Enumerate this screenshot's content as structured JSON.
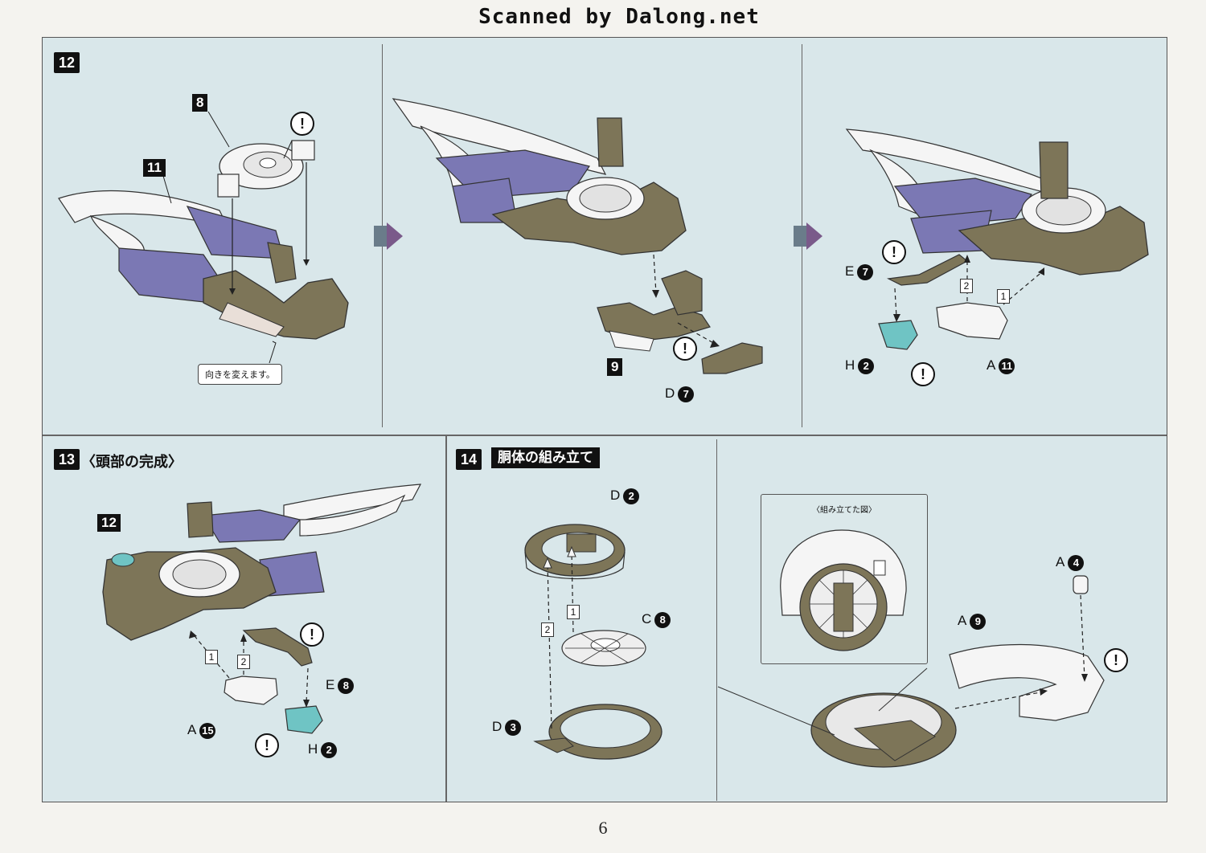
{
  "watermark": "Scanned by Dalong.net",
  "page_number": "6",
  "colors": {
    "panel_bg": "#d9e7ea",
    "part_olive": "#7d7558",
    "part_purple": "#7b78b4",
    "part_white": "#f5f5f5",
    "part_teal": "#6fc4c4"
  },
  "step12": {
    "number": "12",
    "callouts": {
      "part_8": "8",
      "part_11": "11",
      "part_9": "9"
    },
    "note": "向きを変えます。",
    "labels": {
      "d7": {
        "letter": "D",
        "num": "7"
      },
      "e7": {
        "letter": "E",
        "num": "7"
      },
      "h2": {
        "letter": "H",
        "num": "2"
      },
      "a11": {
        "letter": "A",
        "num": "11"
      }
    },
    "seq": [
      "1",
      "2"
    ]
  },
  "step13": {
    "number": "13",
    "title": "〈頭部の完成〉",
    "callout": "12",
    "labels": {
      "e8": {
        "letter": "E",
        "num": "8"
      },
      "a15": {
        "letter": "A",
        "num": "15"
      },
      "h2": {
        "letter": "H",
        "num": "2"
      }
    },
    "seq": [
      "1",
      "2"
    ]
  },
  "step14": {
    "number": "14",
    "title": "胴体の組み立て",
    "inset_title": "〈組み立てた図〉",
    "labels": {
      "d2": {
        "letter": "D",
        "num": "2"
      },
      "c8": {
        "letter": "C",
        "num": "8"
      },
      "d3": {
        "letter": "D",
        "num": "3"
      },
      "a4": {
        "letter": "A",
        "num": "4"
      },
      "a9": {
        "letter": "A",
        "num": "9"
      }
    },
    "seq": [
      "1",
      "2"
    ]
  },
  "icons": {
    "warning": "!"
  }
}
